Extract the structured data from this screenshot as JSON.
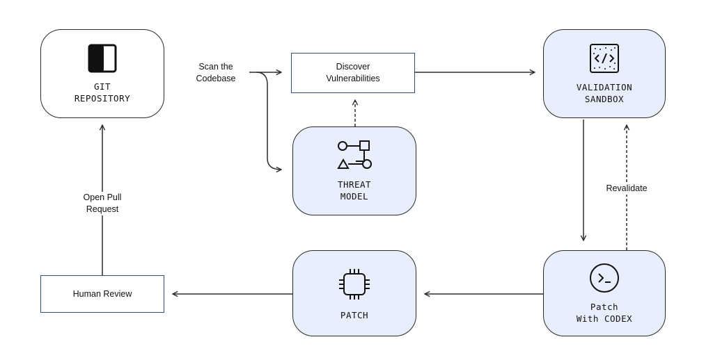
{
  "nodes": {
    "git_repository": {
      "label": "GIT\nREPOSITORY",
      "icon": "split-square-icon"
    },
    "validation_sandbox": {
      "label": "VALIDATION\nSANDBOX",
      "icon": "code-brackets-icon"
    },
    "threat_model": {
      "label": "THREAT\nMODEL",
      "icon": "shapes-graph-icon"
    },
    "patch": {
      "label": "PATCH",
      "icon": "chip-icon"
    },
    "patch_with_codex": {
      "label": "Patch\nWith CODEX",
      "icon": "terminal-prompt-icon"
    }
  },
  "boxes": {
    "discover_vulnerabilities": "Discover\nVulnerabilities",
    "human_review": "Human Review"
  },
  "edge_labels": {
    "scan_the_codebase": "Scan the\nCodebase",
    "open_pull_request": "Open Pull\nRequest",
    "revalidate": "Revalidate"
  },
  "colors": {
    "node_fill_blue": "#e8eefb",
    "box_border": "#2b4f84",
    "line": "#2b2b2b"
  }
}
